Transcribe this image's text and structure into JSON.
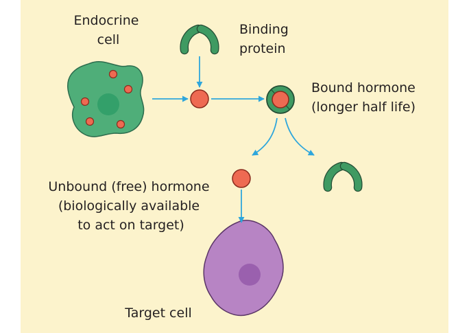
{
  "labels": {
    "endocrine_cell": [
      "Endocrine",
      "cell"
    ],
    "binding_protein": [
      "Binding",
      "protein"
    ],
    "bound_hormone": [
      "Bound hormone",
      "(longer half life)"
    ],
    "unbound_hormone": [
      "Unbound (free) hormone",
      "(biologically available",
      "to act on target)"
    ],
    "target_cell": "Target cell"
  },
  "colors": {
    "background": "#fcf3cc",
    "endocrine_cell": "#4fae79",
    "endocrine_nucleus": "#33a06a",
    "hormone": "#ee6a52",
    "binding_protein": "#3f9a62",
    "target_cell": "#b784c4",
    "target_nucleus": "#9a60ae",
    "arrow": "#2ea6dc"
  }
}
